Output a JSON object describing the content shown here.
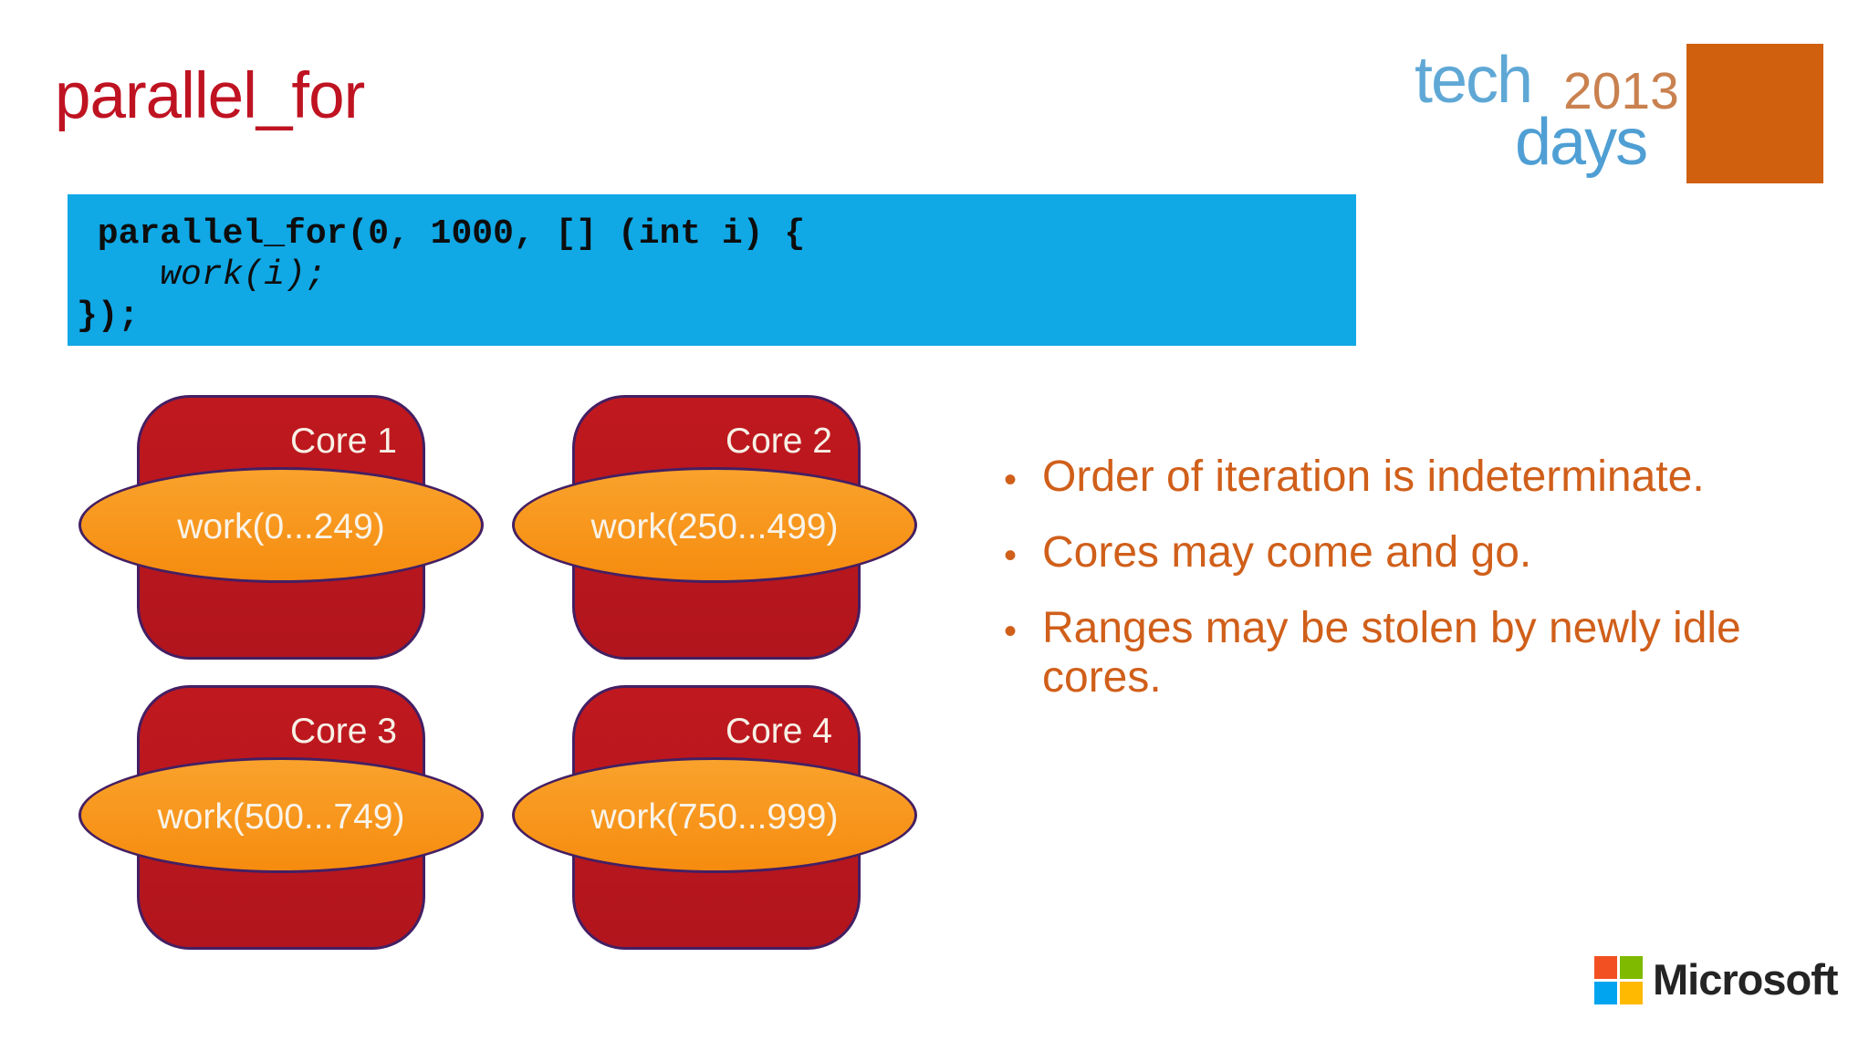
{
  "slide_title": "parallel_for",
  "code_block": {
    "background": "#10A8E5",
    "lines": [
      " parallel_for(0, 1000, [] (int i) {",
      "    work(i);",
      "});"
    ]
  },
  "cores": [
    {
      "label": "Core 1",
      "work": "work(0...249)"
    },
    {
      "label": "Core 2",
      "work": "work(250...499)"
    },
    {
      "label": "Core 3",
      "work": "work(500...749)"
    },
    {
      "label": "Core 4",
      "work": "work(750...999)"
    }
  ],
  "bullets": [
    {
      "lines": [
        "Order of iteration is indeterminate."
      ]
    },
    {
      "lines": [
        "Cores may come and go."
      ]
    },
    {
      "lines": [
        "Ranges may be stolen by newly idle",
        "cores."
      ]
    }
  ],
  "techdays_logo": {
    "tech": "tech",
    "year": "2013",
    "days": "days",
    "blue": "#5FA8D6",
    "year_color": "#C9814F",
    "square_color": "#D0600E"
  },
  "microsoft_logo": {
    "text": "Microsoft",
    "square_colors": [
      "#F25022",
      "#7FBA00",
      "#00A4EF",
      "#FFB900"
    ]
  },
  "colors": {
    "title_red": "#BF1322",
    "core_red": "#B8161F",
    "ellipse_orange": "#F8971D",
    "outline_purple": "#441F63",
    "bullet_orange": "#D05F1A",
    "label_cream": "#F7F1E6",
    "code_text": "#0D0D0D"
  }
}
